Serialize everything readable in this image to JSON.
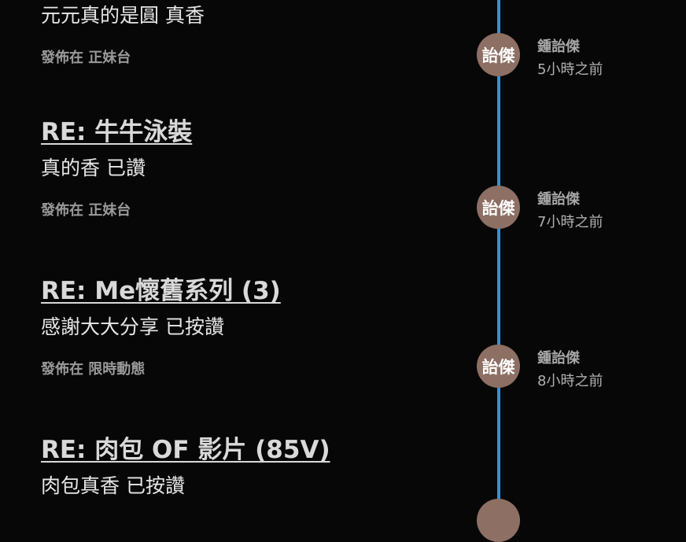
{
  "posts": [
    {
      "title": "",
      "body": "元元真的是圓 真香",
      "posted_prefix": "發佈在",
      "forum": "正妹台",
      "author_avatar": "詒傑",
      "author_name": "鍾詒傑",
      "time": "5小時之前"
    },
    {
      "title": "RE: 牛牛泳裝",
      "body": "真的香 已讚",
      "posted_prefix": "發佈在",
      "forum": "正妹台",
      "author_avatar": "詒傑",
      "author_name": "鍾詒傑",
      "time": "7小時之前"
    },
    {
      "title": "RE: Me懷舊系列 (3)",
      "body": "感謝大大分享 已按讚",
      "posted_prefix": "發佈在",
      "forum": "限時動態",
      "author_avatar": "詒傑",
      "author_name": "鍾詒傑",
      "time": "8小時之前"
    },
    {
      "title": "RE: 肉包 OF 影片 (85V)",
      "body": "肉包真香 已按讚"
    }
  ],
  "colors": {
    "background": "#070707",
    "timeline": "#3a8fd0",
    "avatar": "#8d6f63"
  }
}
